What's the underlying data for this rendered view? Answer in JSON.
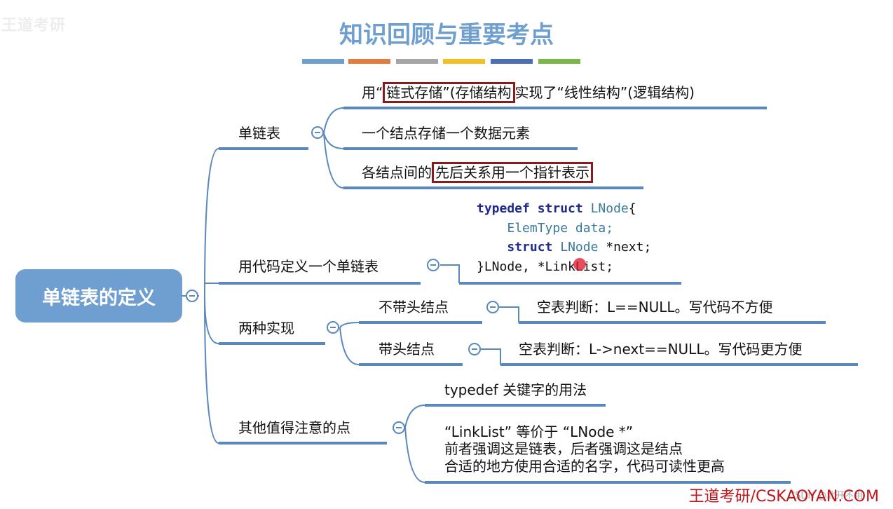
{
  "watermark": "王道考研",
  "title": "知识回顾与重要考点",
  "colors": {
    "title": "#6e9fcf",
    "root": "#6f9ed0",
    "underline": "#5a88bd",
    "highlight_box": "#8b1a1a",
    "footer": "#c0161c",
    "bars": [
      "#6e9fcf",
      "#e37b3e",
      "#a5a5a5",
      "#f2c021",
      "#4a6fb3",
      "#7ab749"
    ]
  },
  "root": {
    "label": "单链表的定义"
  },
  "branches": {
    "b1": {
      "label": "单链表",
      "items": {
        "i1": {
          "pre": "用“",
          "hl1": "链式存储”(存储结构",
          "mid": "实现了“线性结构”(逻辑结构)"
        },
        "i2": {
          "text": "一个结点存储一个数据元素"
        },
        "i3": {
          "pre": "各结点间的",
          "hl": "先后关系用一个指针表示"
        }
      }
    },
    "b2": {
      "label": "用代码定义一个单链表",
      "code": {
        "l1_kw1": "typedef",
        "l1_kw2": "struct",
        "l1_ty": "LNode",
        "l1_end": "{",
        "l2_ty": "ElemType",
        "l2_end": "data;",
        "l3_kw": "struct",
        "l3_ty": "LNode",
        "l3_end": "*next;",
        "l4": "}LNode, *LinkList;"
      }
    },
    "b3": {
      "label": "两种实现",
      "sub1": {
        "label": "不带头结点",
        "note": "空表判断：L==NULL。写代码不方便"
      },
      "sub2": {
        "label": "带头结点",
        "note": "空表判断：L->next==NULL。写代码更方便"
      }
    },
    "b4": {
      "label": "其他值得注意的点",
      "item1": "typedef 关键字的用法",
      "item2": {
        "l1": "“LinkList” 等价于 “LNode *”",
        "l2": "前者强调这是链表，后者强调这是结点",
        "l3": "合适的地方使用合适的名字，代码可读性更高"
      }
    }
  },
  "footer": "王道考研/CSKAOYAN.COM",
  "csdn_mark": "CSDN @北开不用"
}
